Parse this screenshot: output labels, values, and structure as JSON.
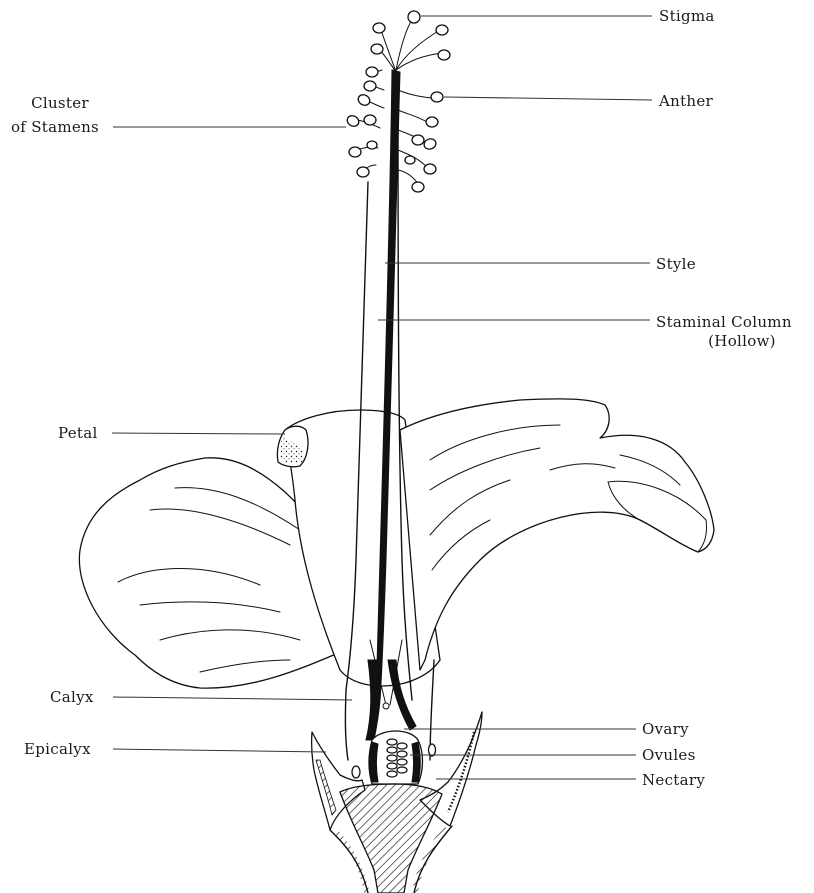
{
  "labels": {
    "stigma": "Stigma",
    "anther": "Anther",
    "cluster_line1": "Cluster",
    "cluster_line2": "of Stamens",
    "style": "Style",
    "staminal_line1": "Staminal Column",
    "staminal_line2": "(Hollow)",
    "petal": "Petal",
    "calyx": "Calyx",
    "epicalyx": "Epicalyx",
    "ovary": "Ovary",
    "ovules": "Ovules",
    "nectary": "Nectary"
  }
}
